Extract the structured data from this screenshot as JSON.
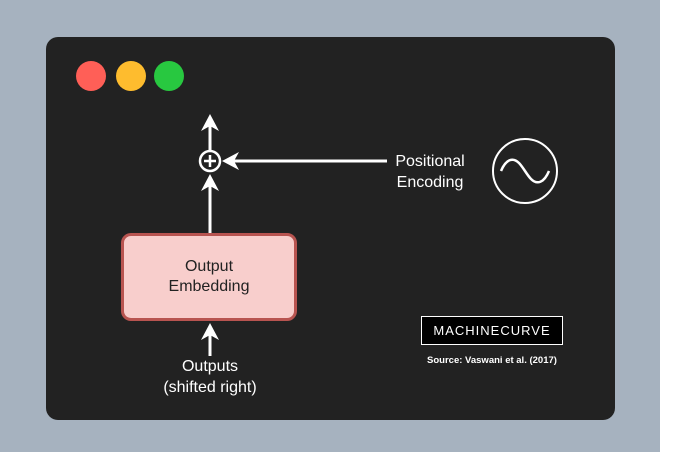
{
  "window": {
    "controls": [
      {
        "name": "close",
        "color": "#ff5f57"
      },
      {
        "name": "minimize",
        "color": "#febc2e"
      },
      {
        "name": "maximize",
        "color": "#28c840"
      }
    ]
  },
  "diagram": {
    "output_embedding": {
      "line1": "Output",
      "line2": "Embedding"
    },
    "outputs_input": {
      "line1": "Outputs",
      "line2": "(shifted right)"
    },
    "positional_encoding": {
      "line1": "Positional",
      "line2": "Encoding"
    },
    "add_symbol_icon": "plus-circle-icon",
    "sine_icon": "sine-wave-icon"
  },
  "branding": {
    "logo_text": "MACHINECURVE",
    "source_text": "Source: Vaswani et al. (2017)"
  },
  "colors": {
    "frame": "#a6b2bf",
    "window_bg": "#222222",
    "embedding_fill": "#f8cecc",
    "embedding_border": "#b85450",
    "arrows": "#ffffff"
  }
}
